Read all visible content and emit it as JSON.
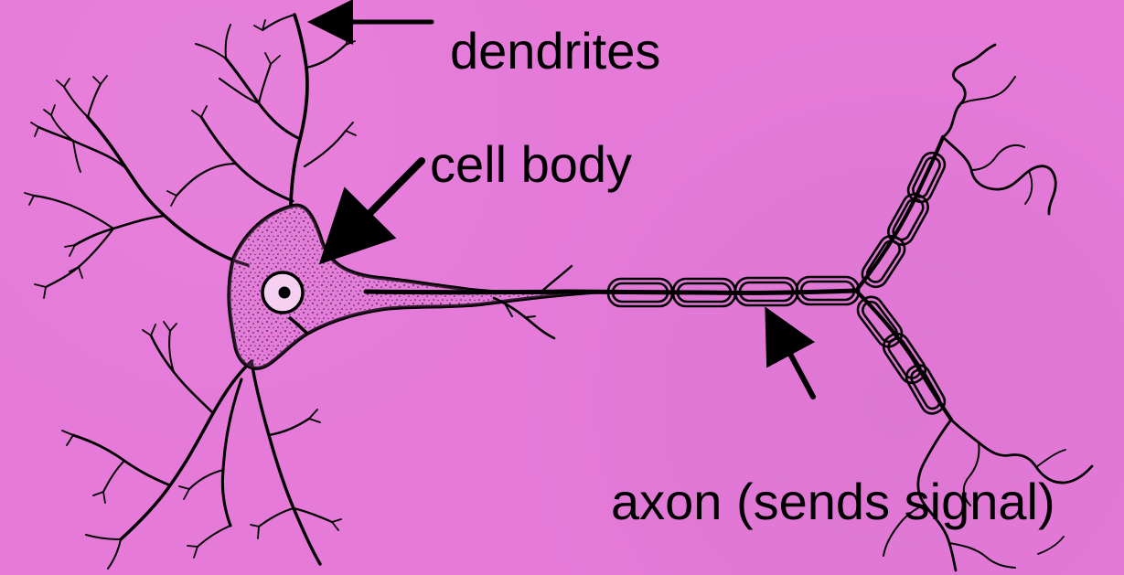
{
  "labels": {
    "dendrites": "dendrites",
    "cell_body": "cell body",
    "axon": "axon (sends signal)"
  },
  "colors": {
    "background": "#e57ad9",
    "ink": "#000000"
  }
}
